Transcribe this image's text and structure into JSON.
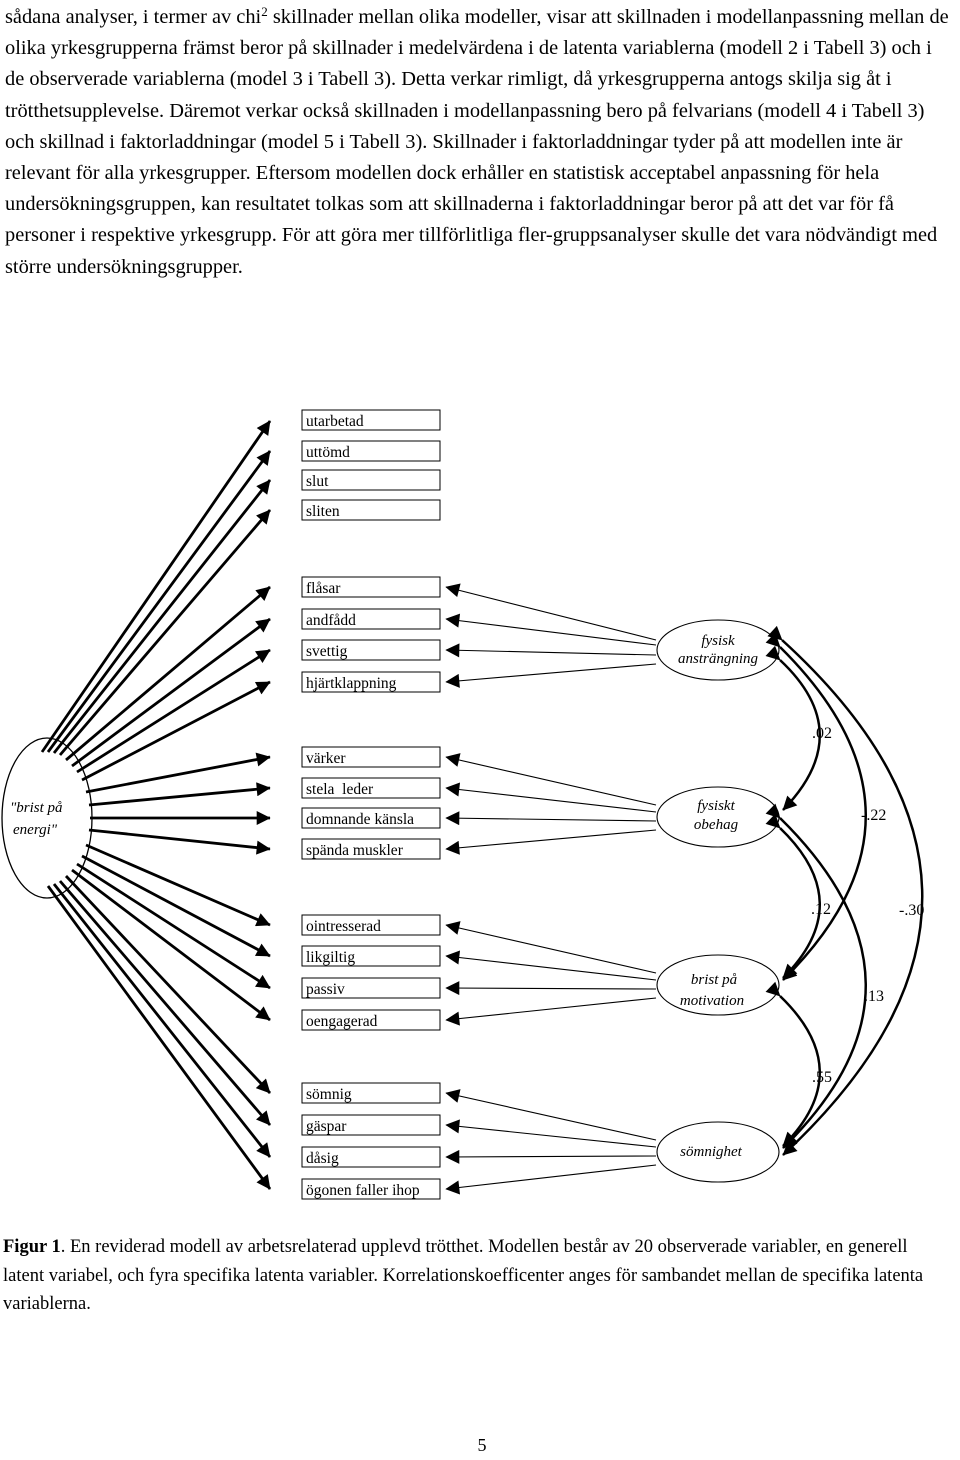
{
  "paragraph": {
    "before_sup": "sådana analyser, i termer av chi",
    "sup": "2",
    "after_sup": " skillnader mellan olika modeller, visar att skillnaden i modellanpassning mellan de olika yrkesgrupperna främst beror på skillnader i medelvärdena i de latenta variablerna (modell 2 i Tabell 3) och i de observerade variablerna (model 3 i Tabell 3). Detta verkar rimligt, då yrkesgrupperna antogs skilja sig åt i trötthetsupplevelse. Däremot verkar också skillnaden i modellanpassning bero på felvarians (modell 4 i Tabell 3) och skillnad i faktorladdningar (model 5 i Tabell 3). Skillnader i faktorladdningar tyder på att modellen inte är relevant för alla yrkesgrupper. Eftersom modellen dock erhåller en statistisk acceptabel anpassning för hela undersökningsgruppen, kan resultatet tolkas som att skillnaderna i faktorladdningar beror på att det var för få personer i respektive yrkesgrupp. För att göra mer tillförlitliga fler-gruppsanalyser skulle det vara nödvändigt med större undersökningsgrupper."
  },
  "diagram": {
    "general_factor": {
      "line1": "\"brist på",
      "line2": "energi\""
    },
    "groups": [
      {
        "items": [
          "utarbetad",
          "uttömd",
          "slut",
          "sliten"
        ],
        "latent": {
          "line1": "",
          "line2": ""
        }
      },
      {
        "items": [
          "flåsar",
          "andfådd",
          "svettig",
          "hjärtklappning"
        ],
        "latent": {
          "line1": "fysisk",
          "line2": "ansträngning"
        }
      },
      {
        "items": [
          "värker",
          "stela  leder",
          "domnande känsla",
          "spända muskler"
        ],
        "latent": {
          "line1": "fysiskt",
          "line2": "obehag"
        }
      },
      {
        "items": [
          "ointresserad",
          "likgiltig",
          "passiv",
          "oengagerad"
        ],
        "latent": {
          "line1": "brist på",
          "line2": "motivation"
        }
      },
      {
        "items": [
          "sömnig",
          "gäspar",
          "dåsig",
          "ögonen faller ihop"
        ],
        "latent": {
          "line1": "sömnighet",
          "line2": ""
        }
      }
    ],
    "correlations": [
      {
        "from": "fysisk ansträngning",
        "to": "fysiskt obehag",
        "value": ".02"
      },
      {
        "from": "fysisk ansträngning",
        "to": "brist på motivation",
        "value": "-.22"
      },
      {
        "from": "fysiskt obehag",
        "to": "brist på motivation",
        "value": ".12"
      },
      {
        "from": "fysisk ansträngning",
        "to": "sömnighet",
        "value": "-.30"
      },
      {
        "from": "fysiskt obehag",
        "to": "sömnighet",
        "value": ".13"
      },
      {
        "from": "brist på motivation",
        "to": "sömnighet",
        "value": ".55"
      }
    ]
  },
  "caption": {
    "label": "Figur 1",
    "text": ". En reviderad modell av arbetsrelaterad upplevd trötthet. Modellen består av 20 observerade variabler, en generell latent variabel, och fyra specifika latenta variabler. Korrelationskoefficenter anges för sambandet mellan de specifika latenta variablerna."
  },
  "page_number": "5"
}
